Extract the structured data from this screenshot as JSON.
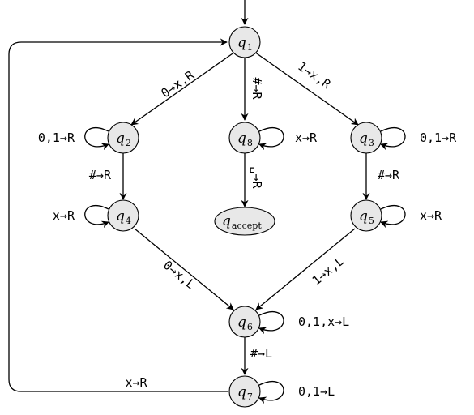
{
  "states": {
    "q1": {
      "name": "q",
      "sub": "1"
    },
    "q2": {
      "name": "q",
      "sub": "2"
    },
    "q3": {
      "name": "q",
      "sub": "3"
    },
    "q4": {
      "name": "q",
      "sub": "4"
    },
    "q5": {
      "name": "q",
      "sub": "5"
    },
    "q6": {
      "name": "q",
      "sub": "6"
    },
    "q7": {
      "name": "q",
      "sub": "7"
    },
    "q8": {
      "name": "q",
      "sub": "8"
    },
    "qaccept": {
      "name": "q",
      "sub": "accept"
    }
  },
  "transitions": {
    "q1_q2": "0→x,R",
    "q1_q8": "#→R",
    "q1_q3": "1→x,R",
    "q2_loop": "0,1→R",
    "q3_loop": "0,1→R",
    "q8_loop": "x→R",
    "q2_q4": "#→R",
    "q3_q5": "#→R",
    "q8_qaccept": "␣→R",
    "q4_loop": "x→R",
    "q5_loop": "x→R",
    "q4_q6": "0→x,L",
    "q5_q6": "1→x,L",
    "q6_loop": "0,1,x→L",
    "q6_q7": "#→L",
    "q7_loop": "0,1→L",
    "q7_q1": "x→R"
  }
}
